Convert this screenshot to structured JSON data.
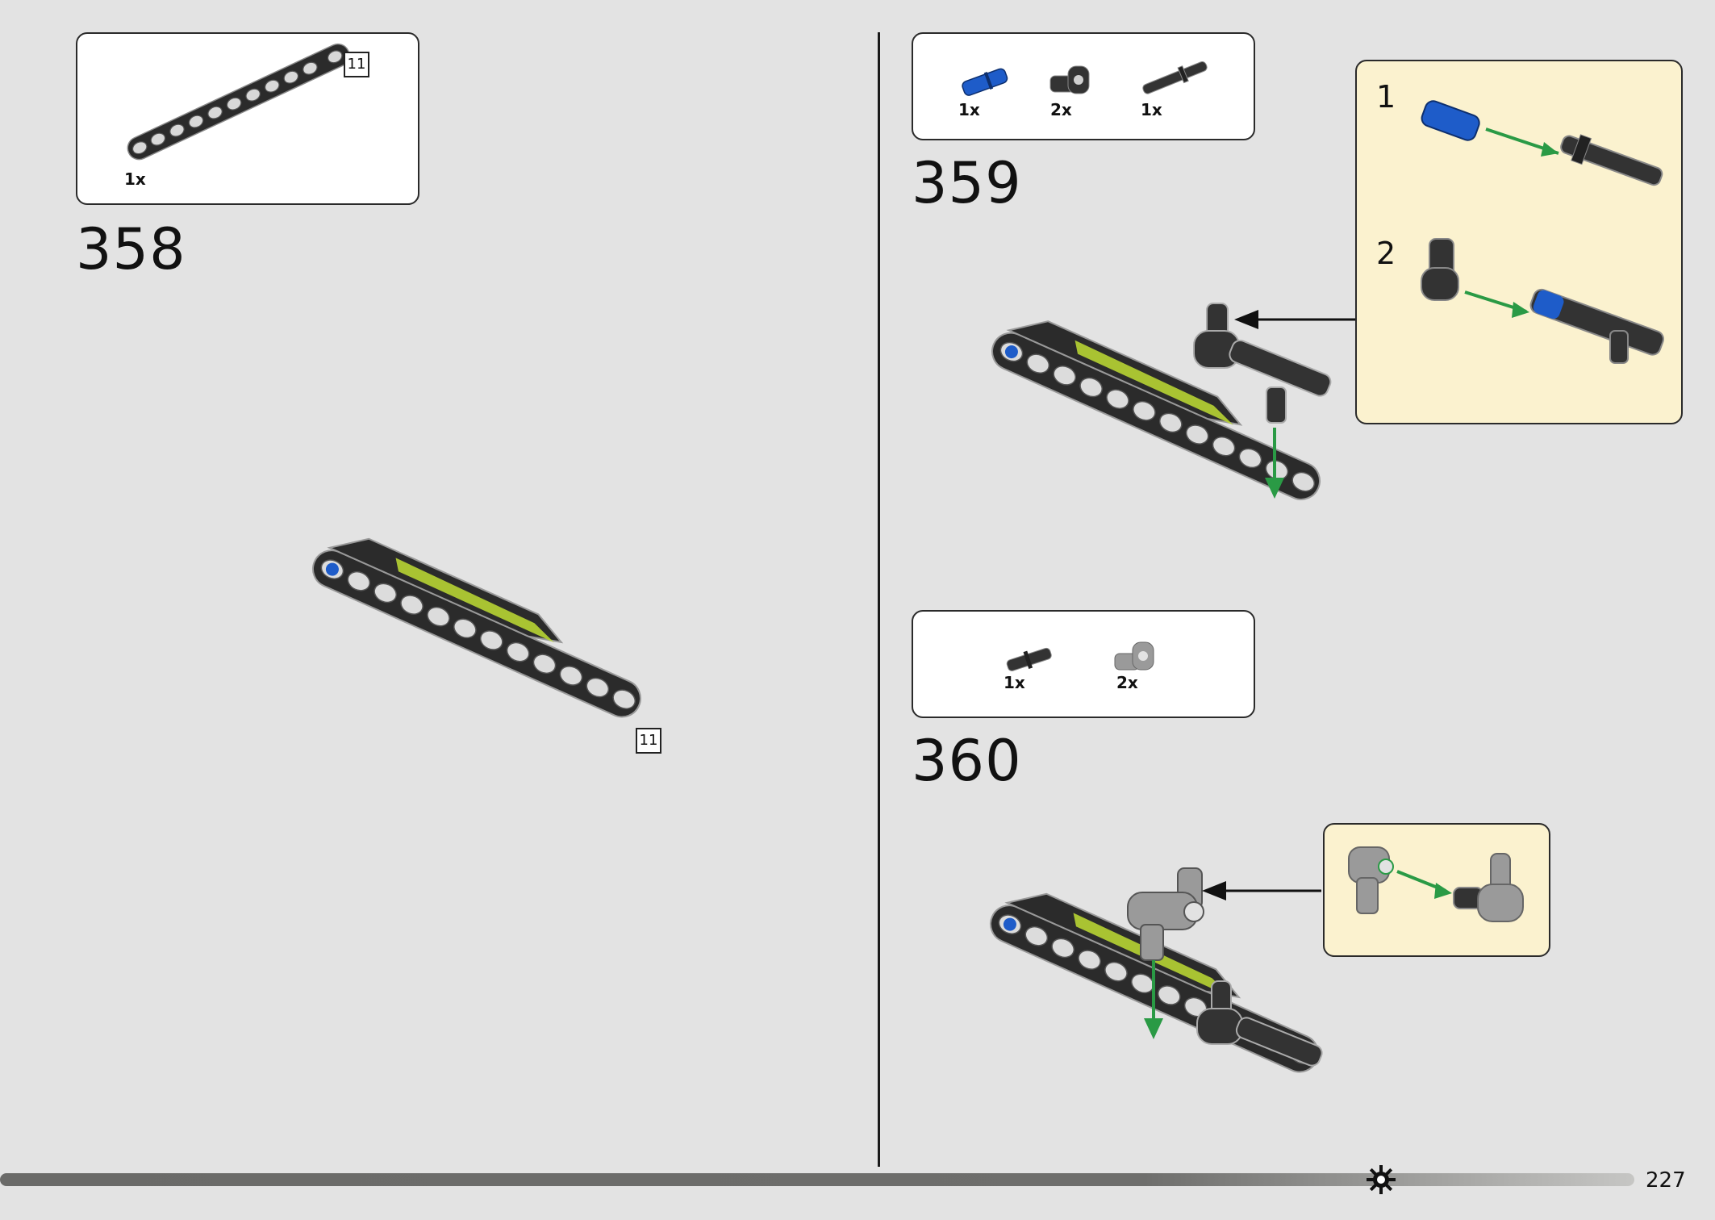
{
  "page": {
    "number": "227"
  },
  "steps": [
    {
      "number": "358",
      "parts": [
        {
          "qty": "1x",
          "part": "beam-11"
        }
      ],
      "beam_length_label": "11",
      "model_badge": "11"
    },
    {
      "number": "359",
      "parts": [
        {
          "qty": "1x",
          "part": "blue-axle-pin"
        },
        {
          "qty": "2x",
          "part": "pin-connector"
        },
        {
          "qty": "1x",
          "part": "long-pin-axle"
        }
      ],
      "callout": {
        "substeps": [
          "1",
          "2"
        ]
      }
    },
    {
      "number": "360",
      "parts": [
        {
          "qty": "1x",
          "part": "black-pin-axle"
        },
        {
          "qty": "2x",
          "part": "gray-pin-connector"
        }
      ]
    }
  ],
  "colors": {
    "background": "#e3e3e3",
    "callout": "#fbf2cf",
    "arrow_green": "#2a9a45",
    "lime": "#b7d433",
    "blue": "#1e5cc9",
    "beam": "#2b2b2b"
  }
}
